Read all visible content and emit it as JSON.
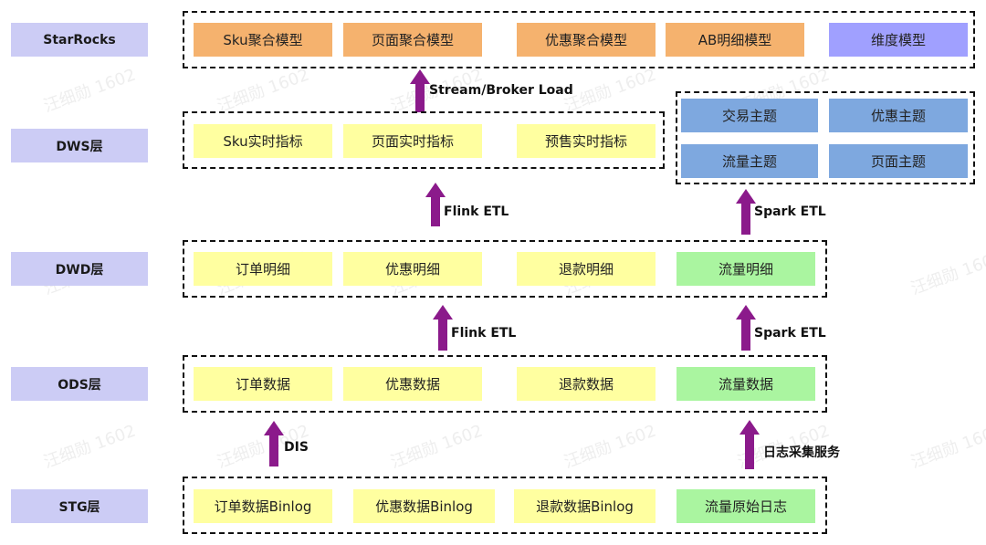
{
  "layers": {
    "starrocks": "StarRocks",
    "dws": "DWS层",
    "dwd": "DWD层",
    "ods": "ODS层",
    "stg": "STG层"
  },
  "starrocks_boxes": [
    "Sku聚合模型",
    "页面聚合模型",
    "优惠聚合模型",
    "AB明细模型",
    "维度模型"
  ],
  "dws_boxes": [
    "Sku实时指标",
    "页面实时指标",
    "预售实时指标"
  ],
  "dws_topics": [
    "交易主题",
    "优惠主题",
    "流量主题",
    "页面主题"
  ],
  "dwd_boxes": [
    "订单明细",
    "优惠明细",
    "退款明细",
    "流量明细"
  ],
  "ods_boxes": [
    "订单数据",
    "优惠数据",
    "退款数据",
    "流量数据"
  ],
  "stg_boxes": [
    "订单数据Binlog",
    "优惠数据Binlog",
    "退款数据Binlog",
    "流量原始日志"
  ],
  "arrows": {
    "stream_broker": "Stream/Broker Load",
    "flink_etl_1": "Flink ETL",
    "spark_etl_1": "Spark ETL",
    "flink_etl_2": "Flink ETL",
    "spark_etl_2": "Spark ETL",
    "dis": "DIS",
    "log_service": "日志采集服务"
  },
  "watermark": "汪细勋 1602",
  "colors": {
    "layer_label": "#ccccf5",
    "yellow": "#ffffa0",
    "orange": "#f5b26e",
    "purple": "#a0a0ff",
    "green": "#aaf5a0",
    "blue": "#7ea8df",
    "arrow": "#8b1a8b"
  }
}
